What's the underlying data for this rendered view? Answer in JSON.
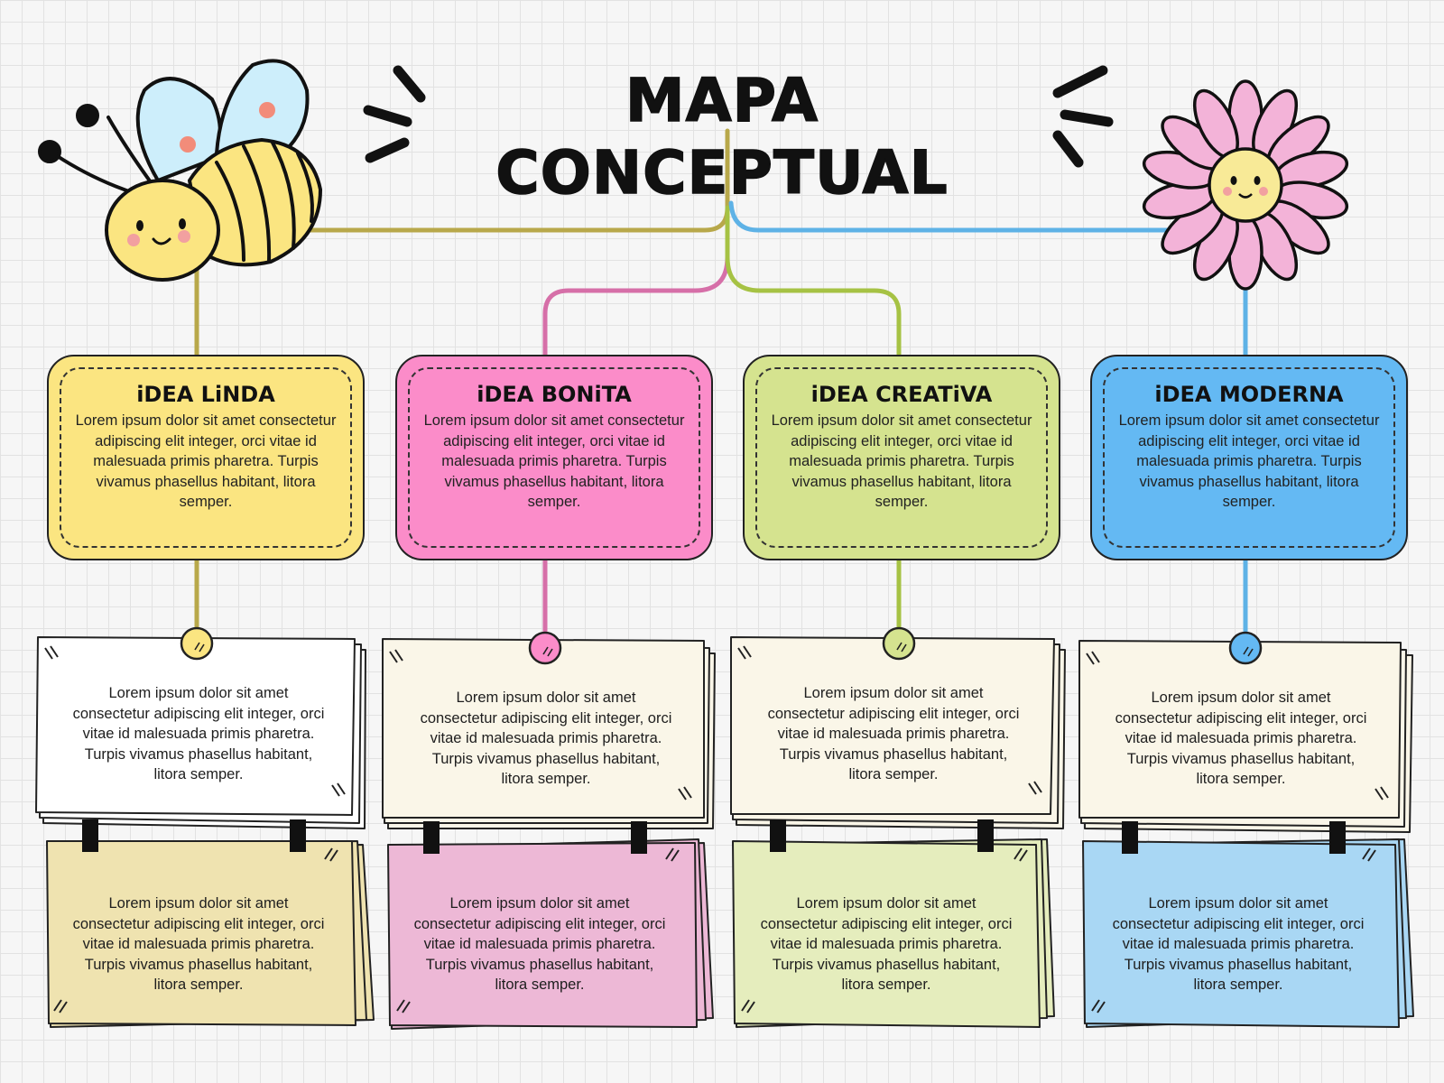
{
  "title": "MAPA CONCEPTUAL",
  "colors": {
    "yellow": "#fbe581",
    "pink": "#fb8cc9",
    "green": "#d5e38f",
    "blue": "#64b9f3",
    "line_yellow": "#b8a84a",
    "line_pink": "#d66fa8",
    "line_green": "#a6c244",
    "line_blue": "#5eb2e6"
  },
  "ideas": [
    {
      "title": "iDEA LiNDA",
      "text": "Lorem ipsum dolor sit amet consectetur adipiscing elit integer, orci vitae id malesuada primis pharetra. Turpis vivamus phasellus habitant, litora semper.",
      "note_top": "Lorem ipsum dolor sit amet consectetur adipiscing elit integer, orci vitae id malesuada primis pharetra. Turpis vivamus phasellus habitant, litora semper.",
      "note_bottom": "Lorem ipsum dolor sit amet consectetur adipiscing elit integer, orci vitae id malesuada primis pharetra. Turpis vivamus phasellus habitant, litora semper."
    },
    {
      "title": "iDEA BONiTA",
      "text": "Lorem ipsum dolor sit amet consectetur adipiscing elit integer, orci vitae id malesuada primis pharetra. Turpis vivamus phasellus habitant, litora semper.",
      "note_top": "Lorem ipsum dolor sit amet consectetur adipiscing elit integer, orci vitae id malesuada primis pharetra. Turpis vivamus phasellus habitant, litora semper.",
      "note_bottom": "Lorem ipsum dolor sit amet consectetur adipiscing elit integer, orci vitae id malesuada primis pharetra. Turpis vivamus phasellus habitant, litora semper."
    },
    {
      "title": "iDEA CREATiVA",
      "text": "Lorem ipsum dolor sit amet consectetur adipiscing elit integer, orci vitae id malesuada primis pharetra. Turpis vivamus phasellus habitant, litora semper.",
      "note_top": "Lorem ipsum dolor sit amet consectetur adipiscing elit integer, orci vitae id malesuada primis pharetra. Turpis vivamus phasellus habitant, litora semper.",
      "note_bottom": "Lorem ipsum dolor sit amet consectetur adipiscing elit integer, orci vitae id malesuada primis pharetra. Turpis vivamus phasellus habitant, litora semper."
    },
    {
      "title": "iDEA MODERNA",
      "text": "Lorem ipsum dolor sit amet consectetur adipiscing elit integer, orci vitae id malesuada primis pharetra. Turpis vivamus phasellus habitant, litora semper.",
      "note_top": "Lorem ipsum dolor sit amet consectetur adipiscing elit integer, orci vitae id malesuada primis pharetra. Turpis vivamus phasellus habitant, litora semper.",
      "note_bottom": "Lorem ipsum dolor sit amet consectetur adipiscing elit integer, orci vitae id malesuada primis pharetra. Turpis vivamus phasellus habitant, litora semper."
    }
  ]
}
